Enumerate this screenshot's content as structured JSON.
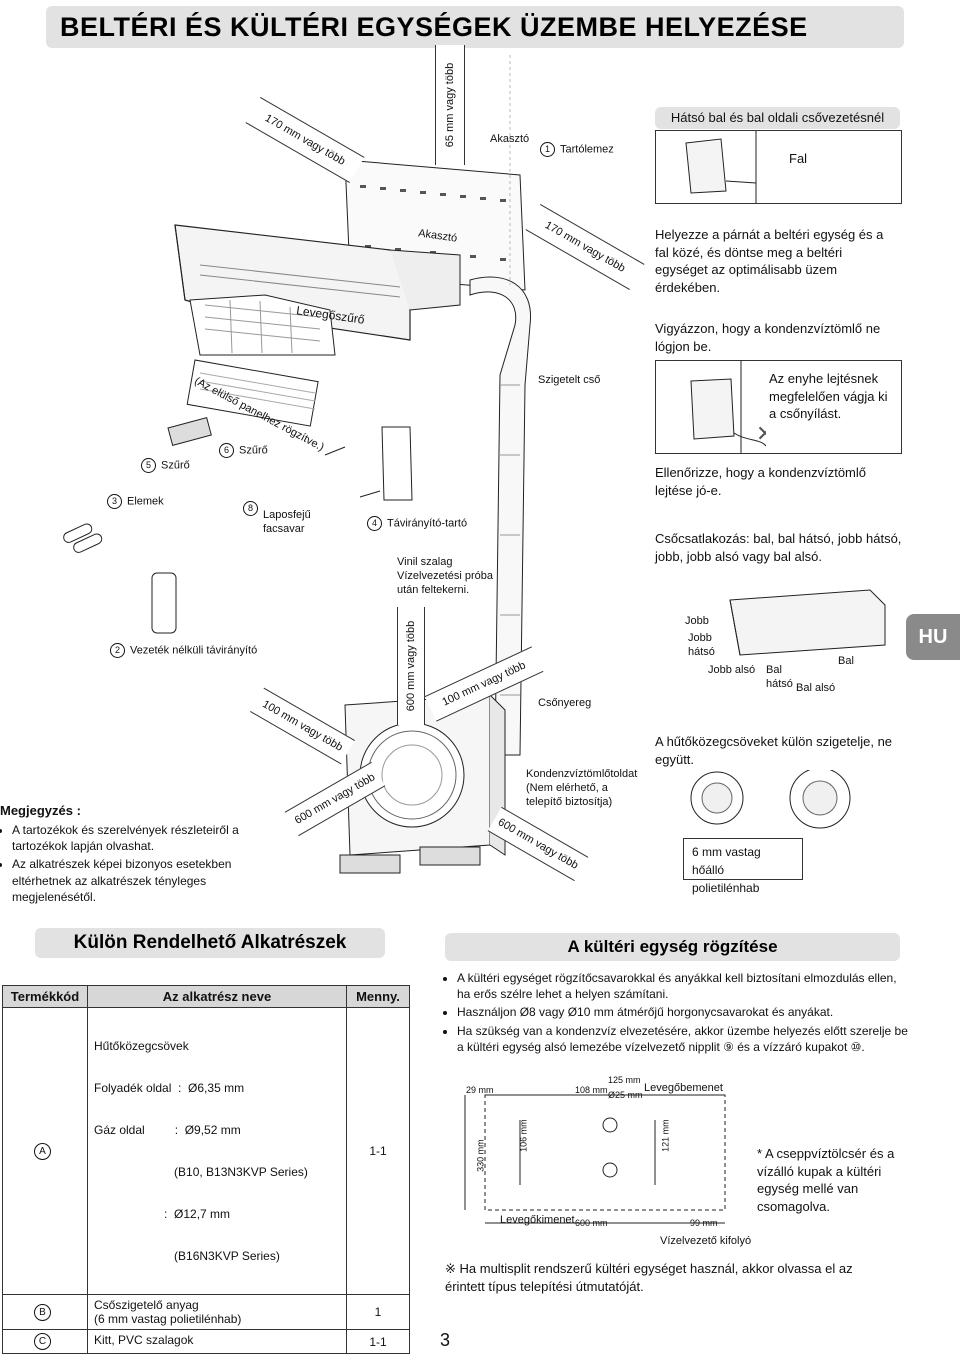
{
  "page_title": "BELTÉRI ÉS KÜLTÉRI EGYSÉGEK ÜZEMBE HELYEZÉSE",
  "page_number": "3",
  "lang_badge": "HU",
  "diagram": {
    "clear_170_left": "170 mm vagy több",
    "clear_65_top": "65 mm vagy több",
    "hook_top": "Akasztó",
    "hook_mid": "Akasztó",
    "clear_170_right": "170 mm vagy több",
    "mounting_plate": "Tartólemez",
    "mounting_plate_num": "1",
    "air_filter": "Levegőszűrő",
    "front_panel_note": "(Az elülső panelhez rögzítve.)",
    "insulated_pipe": "Szigetelt cső",
    "filter5": "Szűrő",
    "filter5_num": "5",
    "filter6": "Szűrő",
    "filter6_num": "6",
    "batteries": "Elemek",
    "batteries_num": "3",
    "flat_screw": "Laposfejű facsavar",
    "flat_screw_num": "8",
    "remote_holder": "Távirányító-tartó",
    "remote_holder_num": "4",
    "vinyl_tape": "Vinil szalag\nVízelvezetési próba után feltekerni.",
    "wireless_remote": "Vezeték nélküli távirányító",
    "wireless_remote_num": "2",
    "clear_600_vert": "600 mm vagy több",
    "clear_100_right": "100 mm vagy több",
    "clear_100_left": "100 mm vagy több",
    "clear_600_left": "600 mm vagy több",
    "clear_600_front": "600 mm vagy több",
    "pipe_clamp": "Csőnyereg",
    "drain_extension": "Kondenzvíztömlőtoldat\n(Nem elérhető, a telepítő biztosítja)"
  },
  "right_column": {
    "rear_left_piping": "Hátsó bal és bal oldali csővezetésnél",
    "wall": "Fal",
    "cushion_text": "Helyezze a párnát a beltéri egység és a fal közé, és döntse meg a beltéri egységet az optimálisabb üzem érdekében.",
    "hose_warning": "Vigyázzon, hogy a kondenzvíztömlő ne lógjon be.",
    "slope_text": "Az enyhe lejtésnek megfelelően vágja ki a csőnyílást.",
    "check_drain": "Ellenőrizze, hogy a kondenzvíztömlő lejtése jó-e.",
    "pipe_connection": "Csőcsatlakozás: bal, bal hátsó, jobb hátsó, jobb, jobb alsó vagy bal alsó.",
    "dir_right": "Jobb",
    "dir_right_rear": "Jobb\nhátsó",
    "dir_right_bottom": "Jobb alsó",
    "dir_left_rear": "Bal\nhátsó",
    "dir_left": "Bal",
    "dir_left_bottom": "Bal alsó",
    "insulate_text": "A hűtőközegcsöveket külön szigetelje, ne együtt.",
    "foam_text": "6 mm vastag hőálló polietilénhab"
  },
  "notes": {
    "heading": "Megjegyzés :",
    "items": [
      "A tartozékok és szerelvények részleteiről a tartozékok lapján olvashat.",
      "Az alkatrészek képei bizonyos esetekben eltérhetnek az alkatrészek tényleges megjelenésétől."
    ]
  },
  "parts_section": {
    "heading": "Külön Rendelhető Alkatrészek",
    "columns": [
      "Termékkód",
      "Az alkatrész neve",
      "Menny."
    ],
    "rows": [
      {
        "code": "A",
        "name_lines": [
          "Hűtőközegcsövek",
          "Folyadék oldal  :  Ø6,35 mm",
          "Gáz oldal         :  Ø9,52 mm",
          "                        (B10, B13N3KVP Series)",
          "                     :  Ø12,7 mm",
          "                        (B16N3KVP Series)"
        ],
        "qty": "1-1"
      },
      {
        "code": "B",
        "name_lines": [
          "Csőszigetelő anyag",
          "(6 mm vastag polietilénhab)"
        ],
        "qty": "1"
      },
      {
        "code": "C",
        "name_lines": [
          "Kitt, PVC szalagok"
        ],
        "qty": "1-1"
      }
    ]
  },
  "outdoor_section": {
    "heading": "A kültéri egység rögzítése",
    "bullets": [
      "A kültéri egységet rögzítőcsavarokkal és anyákkal kell biztosítani elmozdulás ellen, ha erős szélre lehet a helyen számítani.",
      "Használjon Ø8 vagy Ø10 mm átmérőjű horgonycsavarokat és anyákat.",
      "Ha szükség van a kondenzvíz elvezetésére, akkor üzembe helyezés előtt szerelje be a kültéri egység alsó lemezébe vízelvezető nipplit ⑨ és a vízzáró kupakot ⑩."
    ],
    "dim_29": "29 mm",
    "dim_108": "108 mm",
    "dim_125": "125 mm",
    "dim_25": "Ø25 mm",
    "air_inlet": "Levegőbemenet",
    "dim_330": "330 mm",
    "dim_106": "106 mm",
    "dim_121": "121 mm",
    "air_outlet": "Levegőkimenet",
    "dim_600": "600 mm",
    "dim_99": "99 mm",
    "drain_outlet": "Vízelvezető kifolyó",
    "drain_note": "* A cseppvíztölcsér és a vízálló kupak a kültéri egység mellé van csomagolva.",
    "multisplit_note": "※  Ha multisplit rendszerű kültéri egységet használ, akkor olvassa el az érintett típus telepítési útmutatóját."
  }
}
